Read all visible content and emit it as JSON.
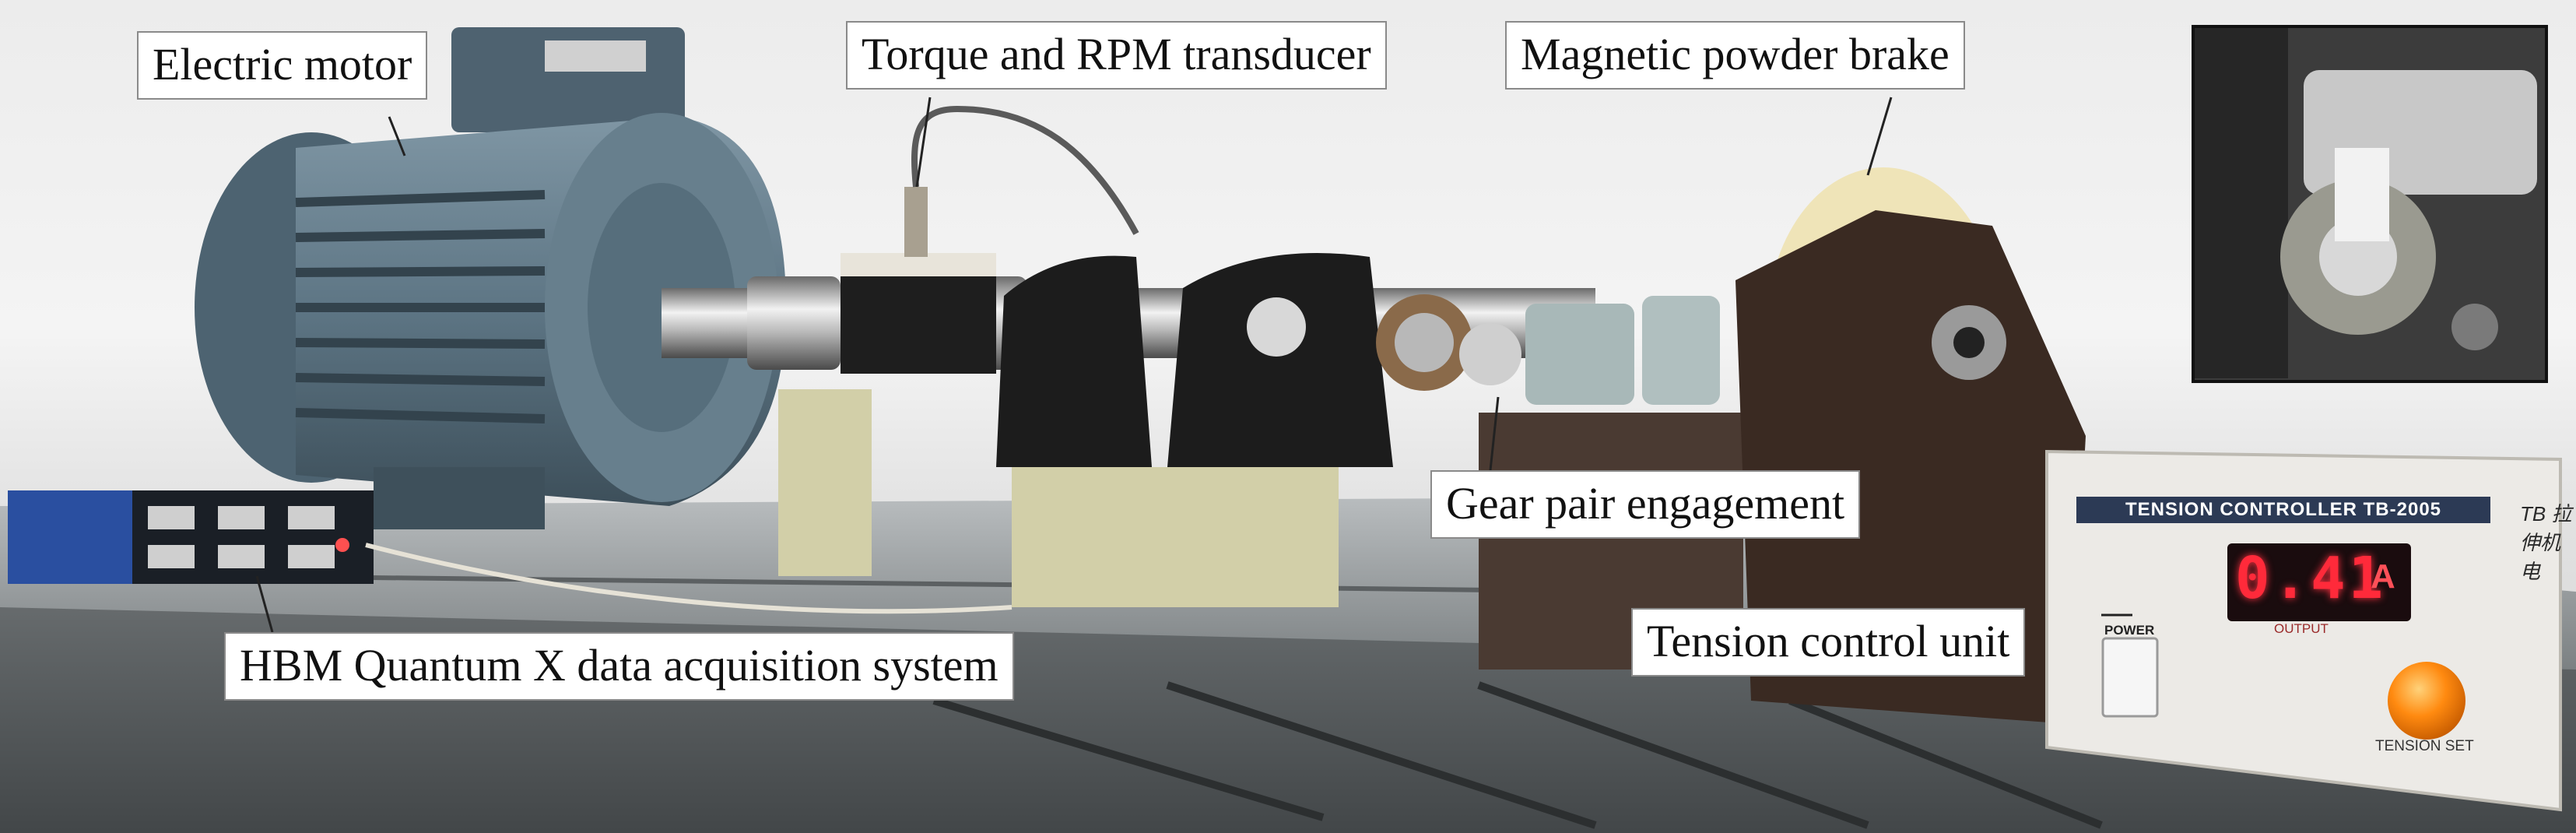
{
  "labels": {
    "electric_motor": "Electric motor",
    "torque_transducer": "Torque and RPM transducer",
    "magnetic_brake": "Magnetic powder brake",
    "gear_pair": "Gear pair engagement",
    "tension_unit": "Tension control unit",
    "daq_system": "HBM Quantum X data acquisition system"
  },
  "controller": {
    "title": "TENSION CONTROLLER TB-2005",
    "brand": "TB 拉伸机电",
    "readout": "0.41",
    "unit": "A",
    "display_caption": "OUTPUT",
    "power_label": "POWER",
    "knob_label": "TENSION SET"
  },
  "colors": {
    "motor_blue_grey": "#5d7584",
    "pillow_block_black": "#1c1c1c",
    "brake_cream": "#efe4b8",
    "display_red": "#ff2a3a",
    "knob_orange": "#ff8a10",
    "controller_panel": "#eceae6"
  }
}
